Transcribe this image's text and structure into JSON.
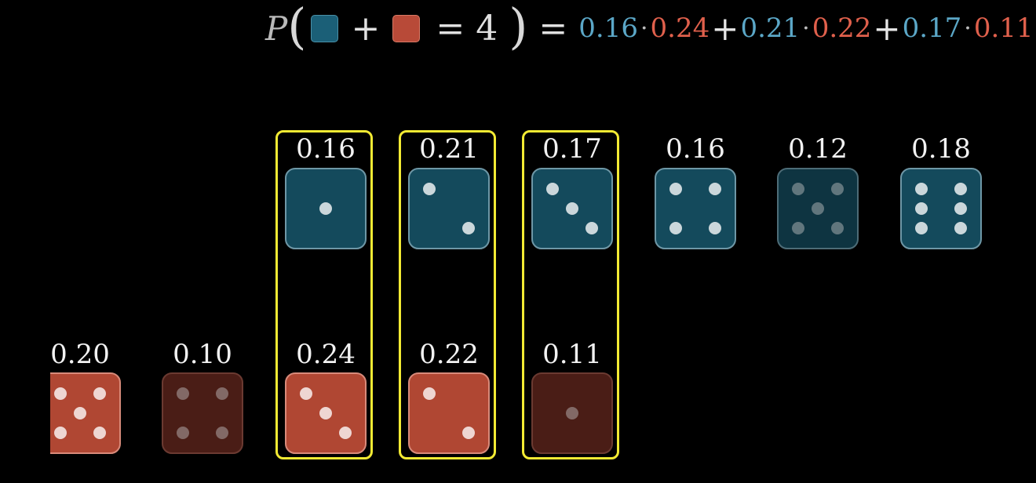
{
  "formula": {
    "prefix": "P",
    "equals_sum": "= 4",
    "terms": [
      {
        "blue": "0.16",
        "red": "0.24"
      },
      {
        "blue": "0.21",
        "red": "0.22"
      },
      {
        "blue": "0.17",
        "red": "0.11"
      }
    ]
  },
  "colors": {
    "blue_die": "#144a5c",
    "red_die": "#b04733",
    "blue_text": "#5ba7c7",
    "red_text": "#e0604c",
    "highlight": "#f2ea33"
  },
  "blue_dice": [
    {
      "face": 1,
      "prob": "0.16"
    },
    {
      "face": 2,
      "prob": "0.21"
    },
    {
      "face": 3,
      "prob": "0.17"
    },
    {
      "face": 4,
      "prob": "0.16"
    },
    {
      "face": 5,
      "prob": "0.12"
    },
    {
      "face": 6,
      "prob": "0.18"
    }
  ],
  "red_dice": [
    {
      "face": 5,
      "prob": "0.20"
    },
    {
      "face": 4,
      "prob": "0.10"
    },
    {
      "face": 3,
      "prob": "0.24"
    },
    {
      "face": 2,
      "prob": "0.22"
    },
    {
      "face": 1,
      "prob": "0.11"
    }
  ]
}
